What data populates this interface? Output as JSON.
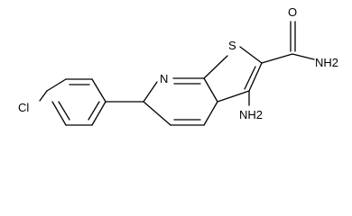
{
  "molecule": {
    "atoms": {
      "chlorine": "Cl",
      "ring_nitrogen": "N",
      "sulfur": "S",
      "amide_oxygen": "O",
      "amide_nitrogen": "NH2",
      "amino_group": "NH2"
    }
  }
}
